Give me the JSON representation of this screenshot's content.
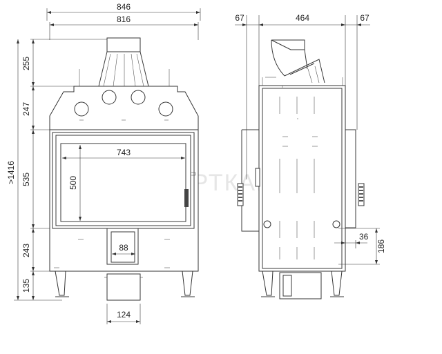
{
  "front_view": {
    "dim_overall_width": "846",
    "dim_body_width": "816",
    "dim_glass_width": "743",
    "dim_glass_height": "500",
    "dim_outlet_width": "88",
    "dim_inlet_width": "124",
    "dim_total_height": ">1416",
    "dim_top": "255",
    "dim_upper": "247",
    "dim_door": "535",
    "dim_lower": "243",
    "dim_legs": "135"
  },
  "side_view": {
    "dim_left_offset": "67",
    "dim_depth": "464",
    "dim_right_offset": "67",
    "dim_inlet_offset": "36",
    "dim_inlet_height": "186"
  },
  "watermark": "АРТКАМІН"
}
